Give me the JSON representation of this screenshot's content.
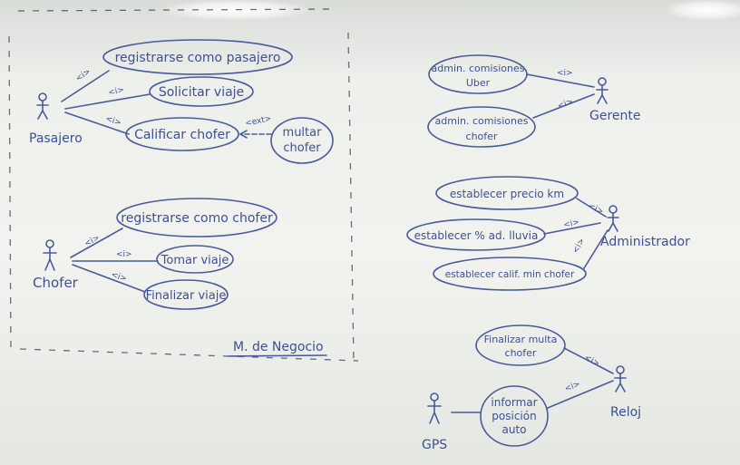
{
  "use_cases": {
    "registrarse_pasajero": "registrarse como pasajero",
    "solicitar_viaje": "Solicitar viaje",
    "calificar_chofer": "Calificar chofer",
    "multar_chofer": [
      "multar",
      "chofer"
    ],
    "registrarse_chofer": "registrarse como chofer",
    "tomar_viaje": "Tomar viaje",
    "finalizar_viaje": "Finalizar viaje",
    "admin_comisiones_uber": [
      "admin. comisiones",
      "Uber"
    ],
    "admin_comisiones_chofer": [
      "admin. comisiones",
      "chofer"
    ],
    "establecer_precio_km": "establecer precio km",
    "establecer_ad_lluvia": "establecer % ad. lluvia",
    "establecer_calif_min": "establecer calif. min chofer",
    "finalizar_multa": [
      "Finalizar multa",
      "chofer"
    ],
    "informar_posicion": [
      "informar",
      "posición",
      "auto"
    ]
  },
  "actors": {
    "pasajero": "Pasajero",
    "chofer": "Chofer",
    "gerente": "Gerente",
    "administrador": "Administrador",
    "reloj": "Reloj",
    "gps": "GPS"
  },
  "relation_marks": {
    "include": "<i>",
    "extend": "<ext>"
  },
  "section_label": "M. de Negocio",
  "colors": {
    "marker_ink": "#4a5a9a",
    "board": "#eef0ec"
  }
}
